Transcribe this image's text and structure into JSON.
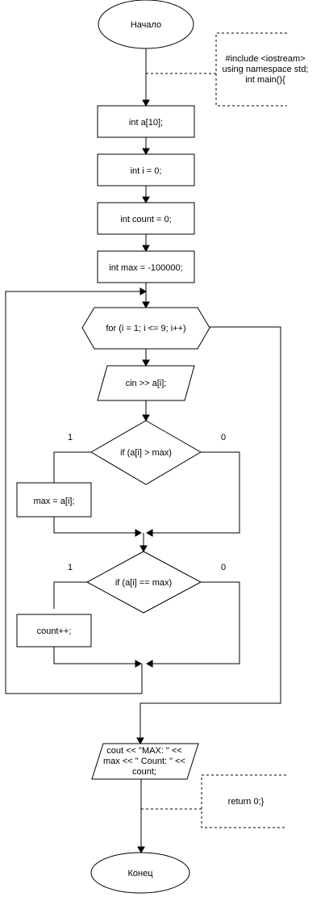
{
  "nodes": {
    "start": "Начало",
    "decl_array": "int a[10];",
    "init_i": "int i = 0;",
    "init_count": "int count = 0;",
    "init_max": "int max = -100000;",
    "loop": "for (i = 1; i <= 9; i++)",
    "input": "cin >> a[i];",
    "cond_max": "if (a[i] > max)",
    "assign_max": "max = a[i];",
    "cond_eq": "if (a[i] == max)",
    "inc_count": "count++;",
    "output": [
      "cout << \"MAX: \" <<",
      "max << \" Count: \" <<",
      "count;"
    ],
    "end": "Конец"
  },
  "notes": {
    "header": [
      "#include <iostream>",
      "using namespace std;",
      "int main(){"
    ],
    "footer": "return 0;}"
  },
  "branch_labels": {
    "cond_max_true": "1",
    "cond_max_false": "0",
    "cond_eq_true": "1",
    "cond_eq_false": "0"
  }
}
